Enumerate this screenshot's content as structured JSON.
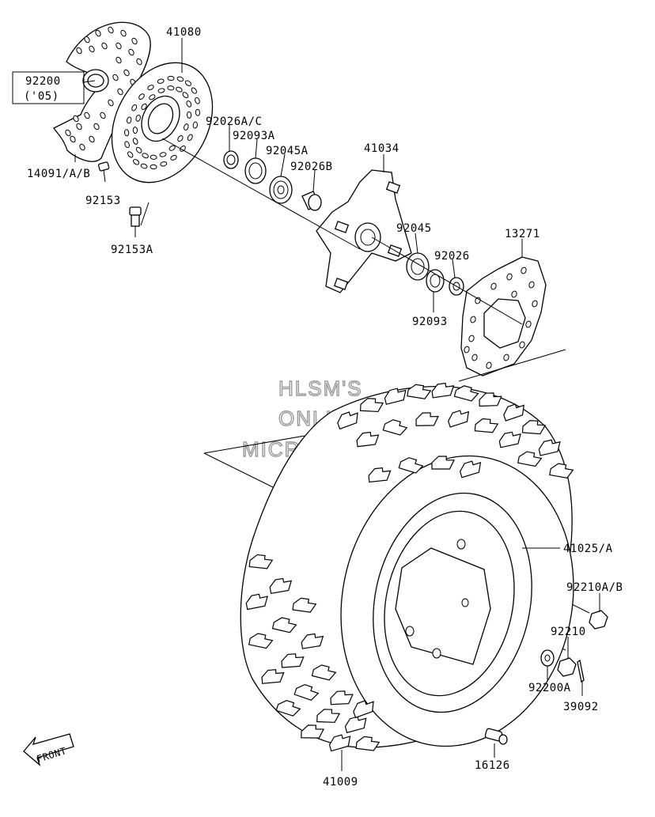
{
  "diagram": {
    "watermark": [
      "HLSM'S",
      "ONLINE",
      "MICROFICHE"
    ],
    "front_label": "FRONT",
    "parts": {
      "p41080": "41080",
      "p92200": "92200",
      "p92200_note": "('05)",
      "p92026ac": "92026A/C",
      "p92093a": "92093A",
      "p92045a": "92045A",
      "p92026b": "92026B",
      "p41034": "41034",
      "p14091ab": "14091/A/B",
      "p92153": "92153",
      "p92153a": "92153A",
      "p92045": "92045",
      "p92026": "92026",
      "p13271": "13271",
      "p92093": "92093",
      "p41025a": "41025/A",
      "p92210ab": "92210A/B",
      "p92210": "92210",
      "p92200a": "92200A",
      "p39092": "39092",
      "p16126": "16126",
      "p41009": "41009"
    }
  }
}
